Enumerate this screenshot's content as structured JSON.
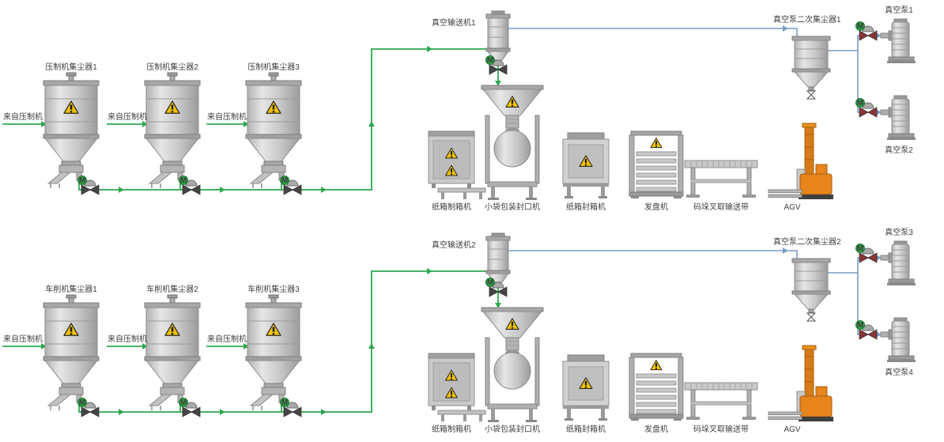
{
  "diagram": {
    "valve_label": "M",
    "colors": {
      "pipe_green": "#2fa84f",
      "pipe_blue": "#7a9cc6",
      "warning_yellow": "#f2c200",
      "agv_orange": "#e5851c",
      "valve_motor_green": "#2e9e44"
    },
    "lines": [
      {
        "collectors": [
          {
            "name": "压制机集尘器1",
            "source": "来自压制机"
          },
          {
            "name": "压制机集尘器2",
            "source": "来自压制机"
          },
          {
            "name": "压制机集尘器3",
            "source": "来自压制机"
          }
        ],
        "vacuum_conveyor": "真空输送机1",
        "machines": {
          "carton_former": "纸箱制箱机",
          "bag_sealer": "小袋包装封口机",
          "carton_sealer": "纸箱封箱机",
          "tray_dispenser": "发盘机",
          "palletize_conveyor": "码垛叉取输送带",
          "agv": "AGV"
        },
        "secondary_collector": "真空泵二次集尘器1",
        "pumps": [
          "真空泵1",
          "真空泵2"
        ]
      },
      {
        "collectors": [
          {
            "name": "车削机集尘器1",
            "source": "来自压制机"
          },
          {
            "name": "车削机集尘器2",
            "source": "来自压制机"
          },
          {
            "name": "车削机集尘器3",
            "source": "来自压制机"
          }
        ],
        "vacuum_conveyor": "真空输送机2",
        "machines": {
          "carton_former": "纸箱制箱机",
          "bag_sealer": "小袋包装封口机",
          "carton_sealer": "纸箱封箱机",
          "tray_dispenser": "发盘机",
          "palletize_conveyor": "码垛叉取输送带",
          "agv": "AGV"
        },
        "secondary_collector": "真空泵二次集尘器2",
        "pumps": [
          "真空泵3",
          "真空泵4"
        ]
      }
    ]
  }
}
